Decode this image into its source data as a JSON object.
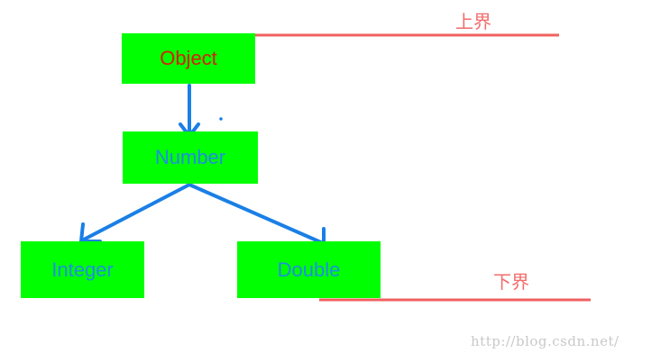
{
  "nodes": {
    "object": "Object",
    "number": "Number",
    "integer": "Integer",
    "double": "Double"
  },
  "bounds": {
    "upper": "上界",
    "lower": "下界"
  },
  "watermark": "http://blog.csdn.net/",
  "colors": {
    "node_fill": "#00ff00",
    "root_text": "#d62000",
    "child_text": "#1e8fe0",
    "arrow": "#1a7fe6",
    "bound_line": "#f06060",
    "bound_text": "#f36b6b",
    "watermark": "#c9c9c9"
  }
}
